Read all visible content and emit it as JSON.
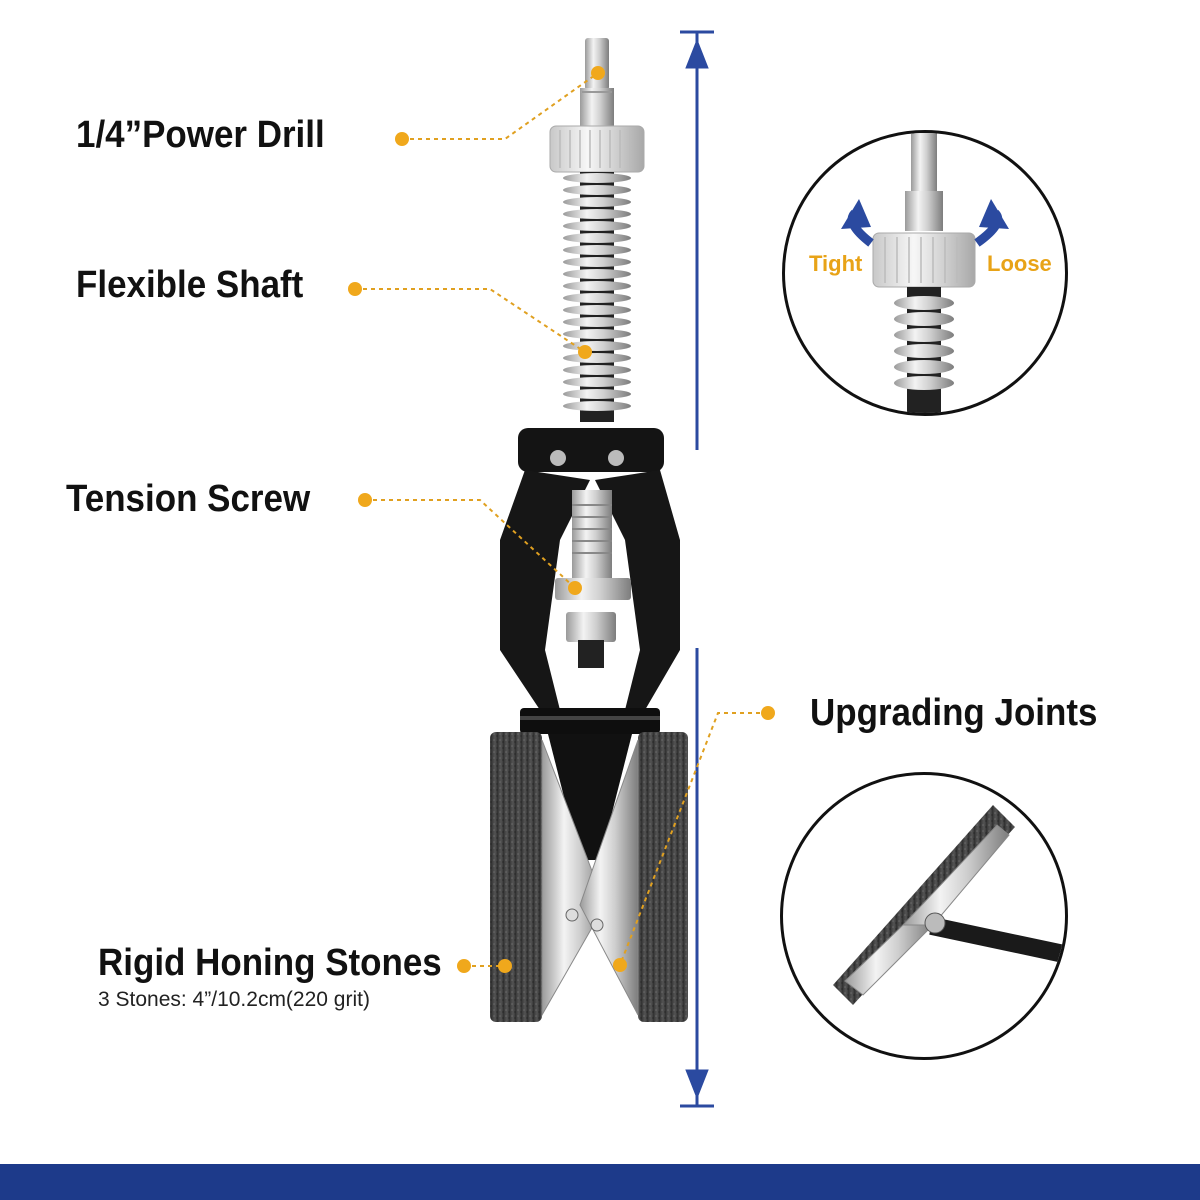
{
  "labels": {
    "power_drill": "1/4”Power Drill",
    "flexible_shaft": "Flexible Shaft",
    "tension_screw": "Tension Screw",
    "upgrading_joints": "Upgrading Joints",
    "honing_stones": "Rigid Honing Stones",
    "honing_stones_sub": "3 Stones: 4”/10.2cm(220 grit)"
  },
  "detail": {
    "tight": "Tight",
    "loose": "Loose"
  },
  "colors": {
    "accent": "#f0a81c",
    "brand_blue": "#1d3a8a",
    "arrow_blue": "#2b4aa0"
  }
}
